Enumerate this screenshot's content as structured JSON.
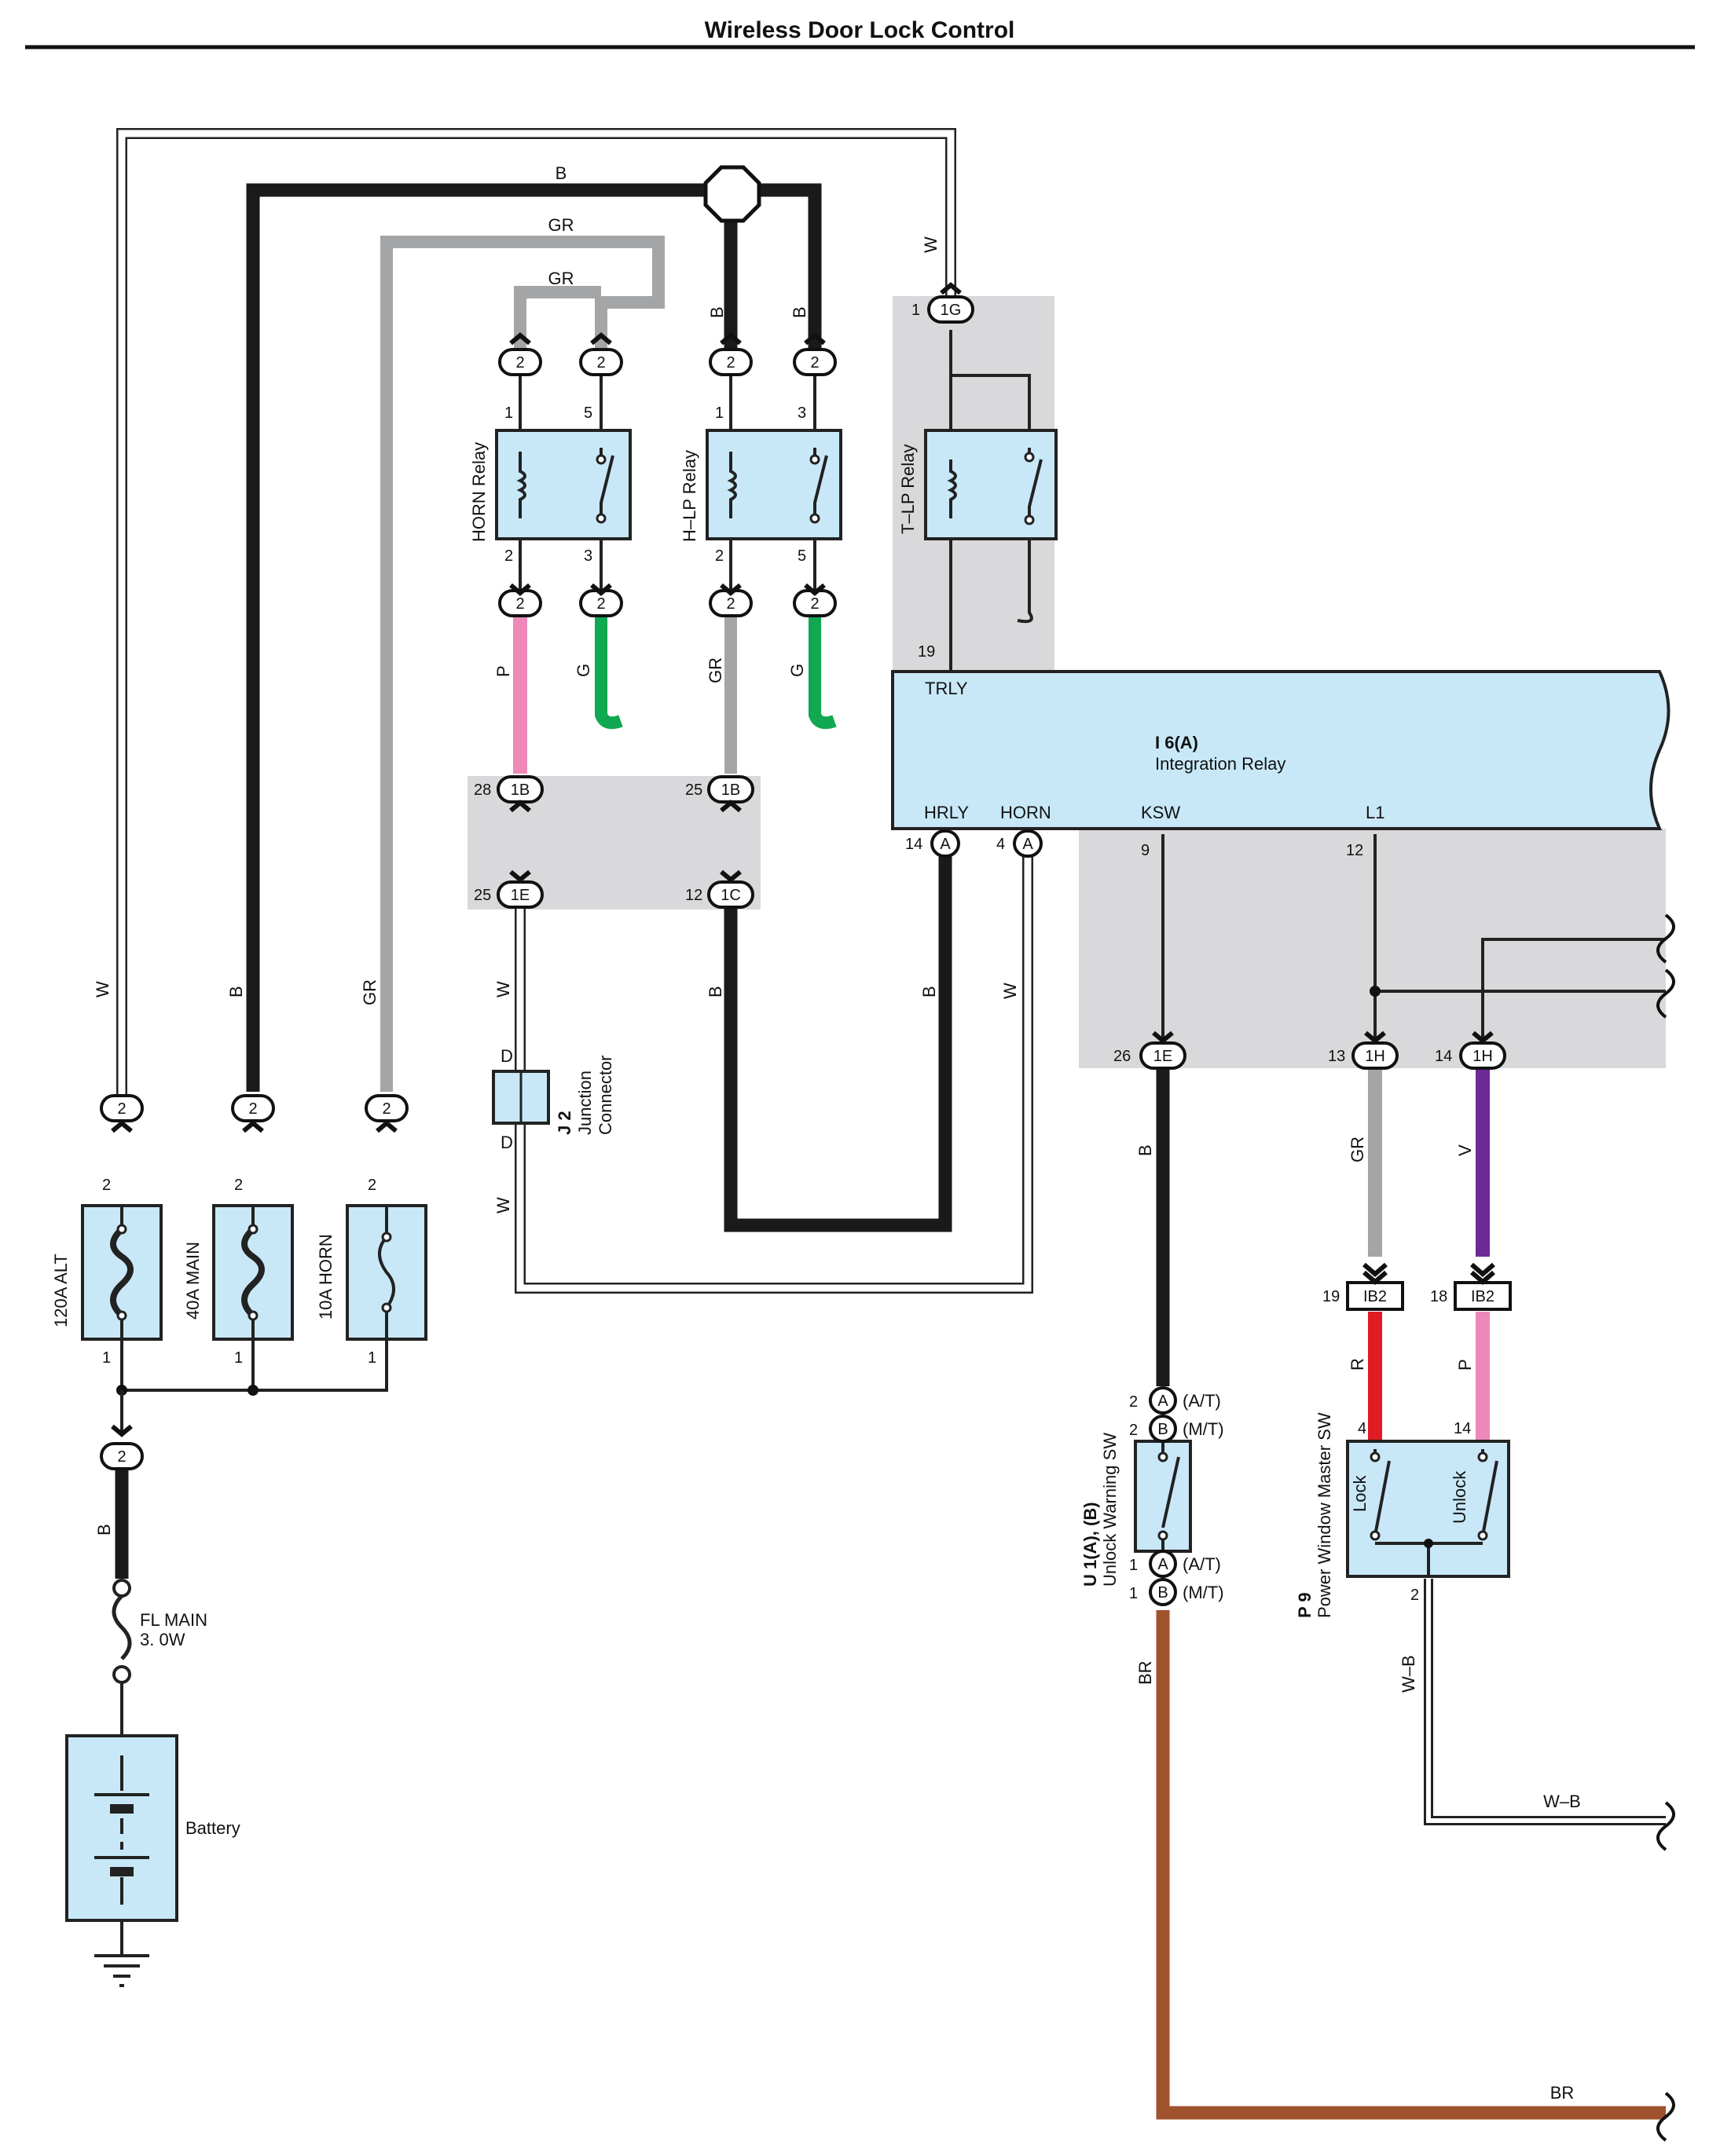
{
  "title": "Wireless Door Lock Control",
  "colors": {
    "B": "#1a1a1a",
    "GR": "#a3a5a7",
    "W": "#ffffff",
    "P": "#ee88b8",
    "G": "#10a850",
    "R": "#e01b24",
    "V": "#6d2a96",
    "BR": "#a0522d",
    "component_fill": "#c8e8f8",
    "connector_shade": "#d9d9db"
  },
  "wires": {
    "b": "B",
    "gr": "GR",
    "w": "W",
    "p": "P",
    "g": "G",
    "r": "R",
    "v": "V",
    "br": "BR",
    "wb": "W–B"
  },
  "relays": {
    "horn": {
      "name": "HORN Relay",
      "pins": [
        "1",
        "5",
        "2",
        "3"
      ]
    },
    "hlp": {
      "name": "H–LP Relay",
      "pins": [
        "1",
        "3",
        "2",
        "5"
      ]
    },
    "tlp": {
      "name": "T–LP Relay",
      "pins": [
        "19"
      ]
    }
  },
  "integration_relay": {
    "code": "I 6(A)",
    "name": "Integration Relay",
    "terminals": [
      "TRLY",
      "HRLY",
      "HORN",
      "KSW",
      "L1"
    ],
    "pins": {
      "hrly": "14",
      "horn": "4",
      "ksw": "9",
      "l1": "12"
    }
  },
  "connectors": {
    "c2": "2",
    "c1G": "1G",
    "c1B": "1B",
    "c1E": "1E",
    "c1C": "1C",
    "c1H": "1H",
    "cIB2": "IB2",
    "cA": "A",
    "cB": "B",
    "pins": {
      "p1": "1",
      "p2": "2",
      "p3": "3",
      "p4": "4",
      "p5": "5",
      "p9": "9",
      "p12": "12",
      "p13": "13",
      "p14": "14",
      "p18": "18",
      "p19": "19",
      "p25": "25",
      "p26": "26",
      "p28": "28"
    }
  },
  "junction": {
    "code": "J 2",
    "name1": "Junction",
    "name2": "Connector",
    "pin": "D"
  },
  "fuses": {
    "alt": "120A ALT",
    "main": "40A MAIN",
    "horn": "10A HORN"
  },
  "fl_main": {
    "line1": "FL MAIN",
    "line2": "3. 0W"
  },
  "battery": "Battery",
  "unlock_sw": {
    "code": "U 1(A), (B)",
    "name": "Unlock Warning SW",
    "at": "(A/T)",
    "mt": "(M/T)"
  },
  "pw_sw": {
    "code": "P 9",
    "name": "Power Window Master SW",
    "lock": "Lock",
    "unlock": "Unlock"
  }
}
